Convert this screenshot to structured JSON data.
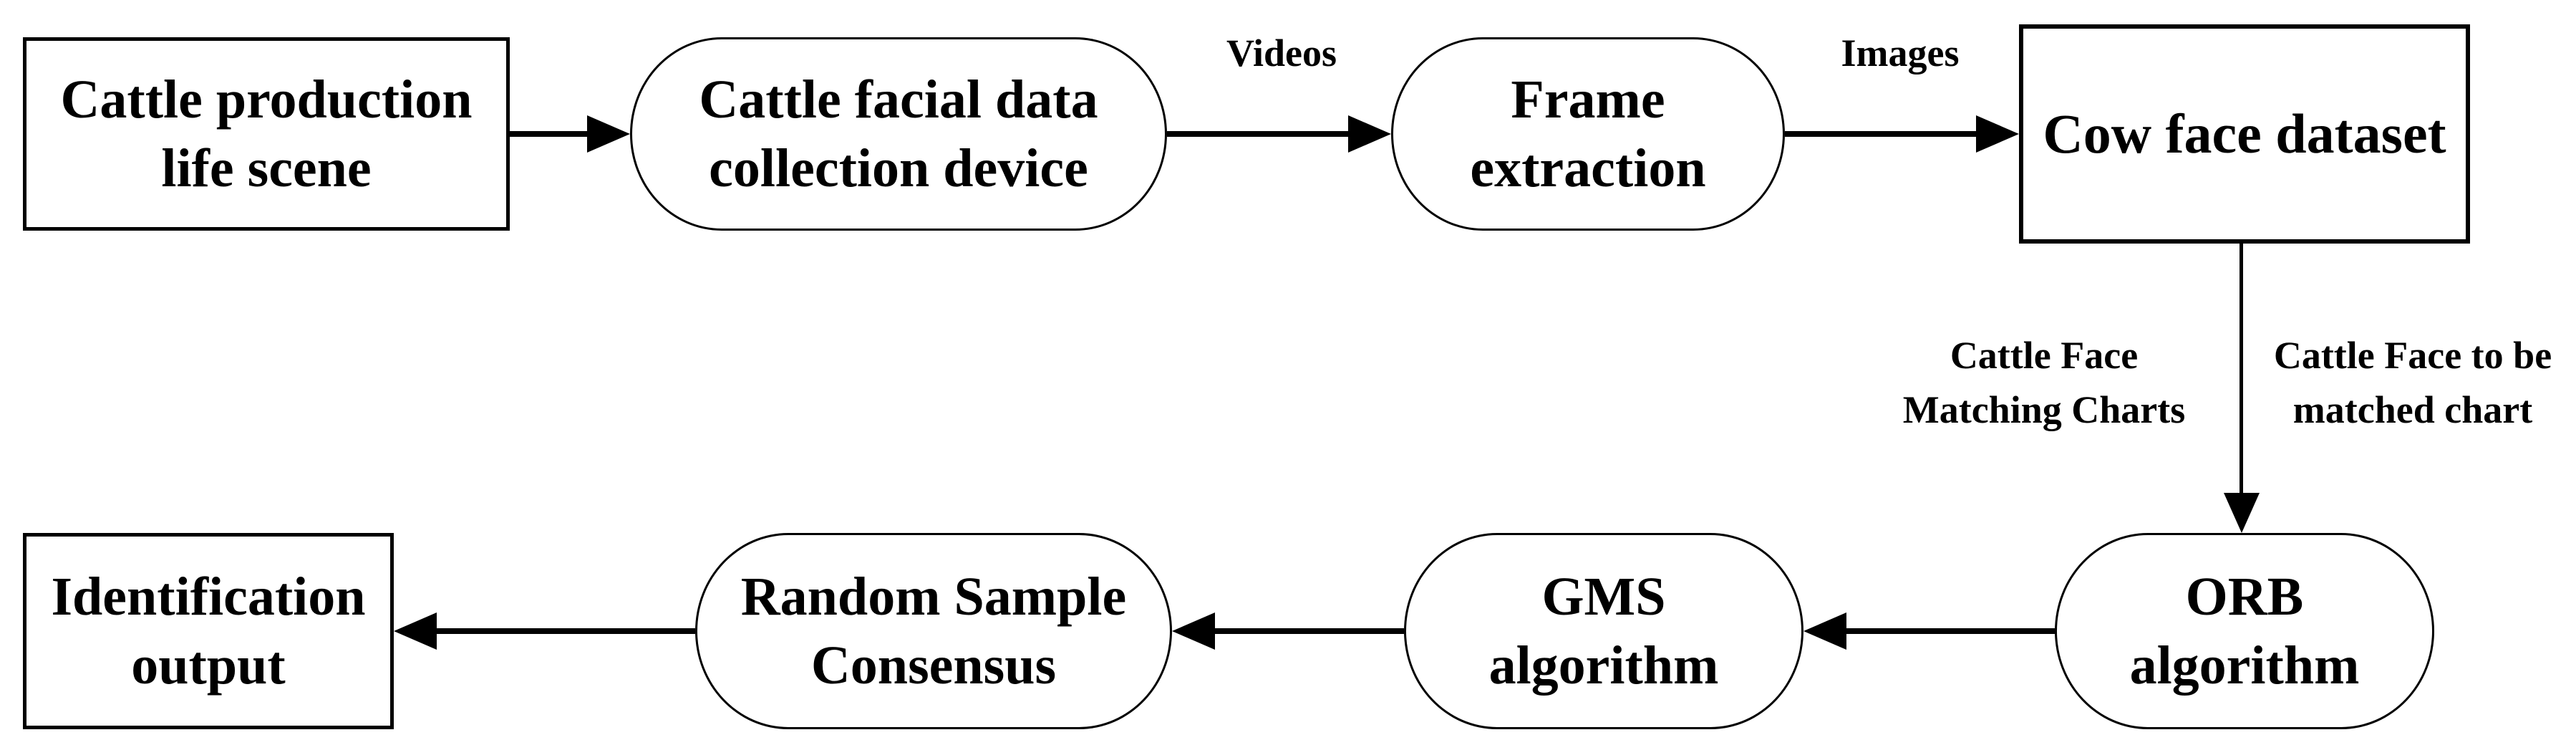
{
  "colors": {
    "background": "#ffffff",
    "stroke": "#000000",
    "text": "#000000"
  },
  "nodes": [
    {
      "id": "cattle-production-life-scene",
      "shape": "rect",
      "lines": [
        "Cattle production",
        "life scene"
      ]
    },
    {
      "id": "cattle-facial-data-collection-device",
      "shape": "stadium",
      "lines": [
        "Cattle facial data",
        "collection device"
      ]
    },
    {
      "id": "frame-extraction",
      "shape": "stadium",
      "lines": [
        "Frame",
        "extraction"
      ]
    },
    {
      "id": "cow-face-dataset",
      "shape": "rect",
      "lines": [
        "Cow face dataset"
      ]
    },
    {
      "id": "orb-algorithm",
      "shape": "stadium",
      "lines": [
        "ORB",
        "algorithm"
      ]
    },
    {
      "id": "gms-algorithm",
      "shape": "stadium",
      "lines": [
        "GMS",
        "algorithm"
      ]
    },
    {
      "id": "random-sample-consensus",
      "shape": "stadium",
      "lines": [
        "Random Sample",
        "Consensus"
      ]
    },
    {
      "id": "identification-output",
      "shape": "rect",
      "lines": [
        "Identification",
        "output"
      ]
    }
  ],
  "edge_labels": {
    "videos": "Videos",
    "images": "Images",
    "matching_charts": [
      "Cattle Face",
      "Matching Charts"
    ],
    "to_be_matched": [
      "Cattle Face to be",
      "matched chart"
    ]
  },
  "edges": [
    {
      "from": "cattle-production-life-scene",
      "to": "cattle-facial-data-collection-device",
      "direction": "right"
    },
    {
      "from": "cattle-facial-data-collection-device",
      "to": "frame-extraction",
      "direction": "right",
      "label": "Videos"
    },
    {
      "from": "frame-extraction",
      "to": "cow-face-dataset",
      "direction": "right",
      "label": "Images"
    },
    {
      "from": "cow-face-dataset",
      "to": "orb-algorithm",
      "direction": "down",
      "label_left": "Cattle Face Matching Charts",
      "label_right": "Cattle Face to be matched chart"
    },
    {
      "from": "orb-algorithm",
      "to": "gms-algorithm",
      "direction": "left"
    },
    {
      "from": "gms-algorithm",
      "to": "random-sample-consensus",
      "direction": "left"
    },
    {
      "from": "random-sample-consensus",
      "to": "identification-output",
      "direction": "left"
    }
  ]
}
